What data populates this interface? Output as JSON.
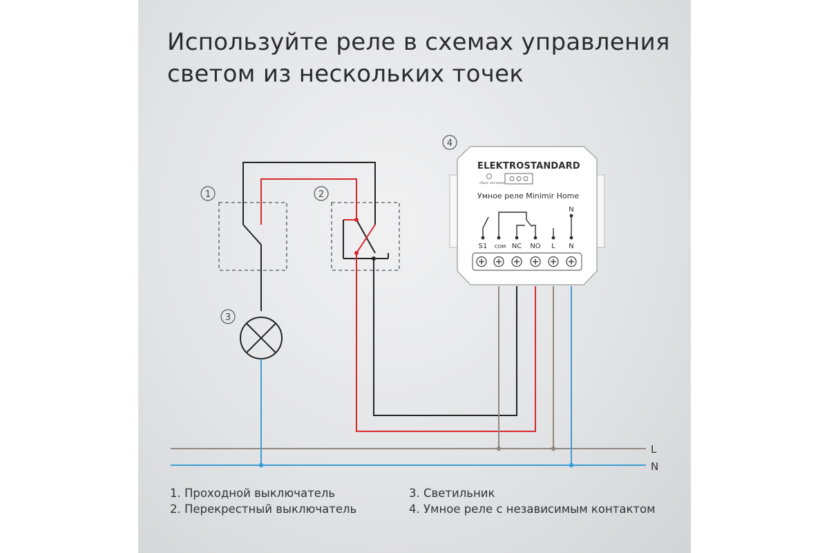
{
  "title": {
    "line1": "Используйте реле в схемах управления",
    "line2": "светом из нескольких точек"
  },
  "markers": {
    "m1": "1",
    "m2": "2",
    "m3": "3",
    "m4": "4"
  },
  "relay": {
    "brand": "ELEKTROSTANDARD",
    "reset_label": "сброс настроек",
    "name": "Умное реле Minimir Home",
    "terminals": [
      "S1",
      "COM",
      "NC",
      "NO",
      "L",
      "N"
    ],
    "top_n_label": "N"
  },
  "lines": {
    "l_label": "L",
    "n_label": "N"
  },
  "legend": {
    "item1": "1. Проходной выключатель",
    "item2": "2. Перекрестный выключатель",
    "item3": "3. Светильник",
    "item4": "4. Умное реле с независимым контактом"
  },
  "colors": {
    "phase": "#8f8782",
    "neutral": "#3b9bd8",
    "red": "#d7262e",
    "black": "#222222"
  }
}
